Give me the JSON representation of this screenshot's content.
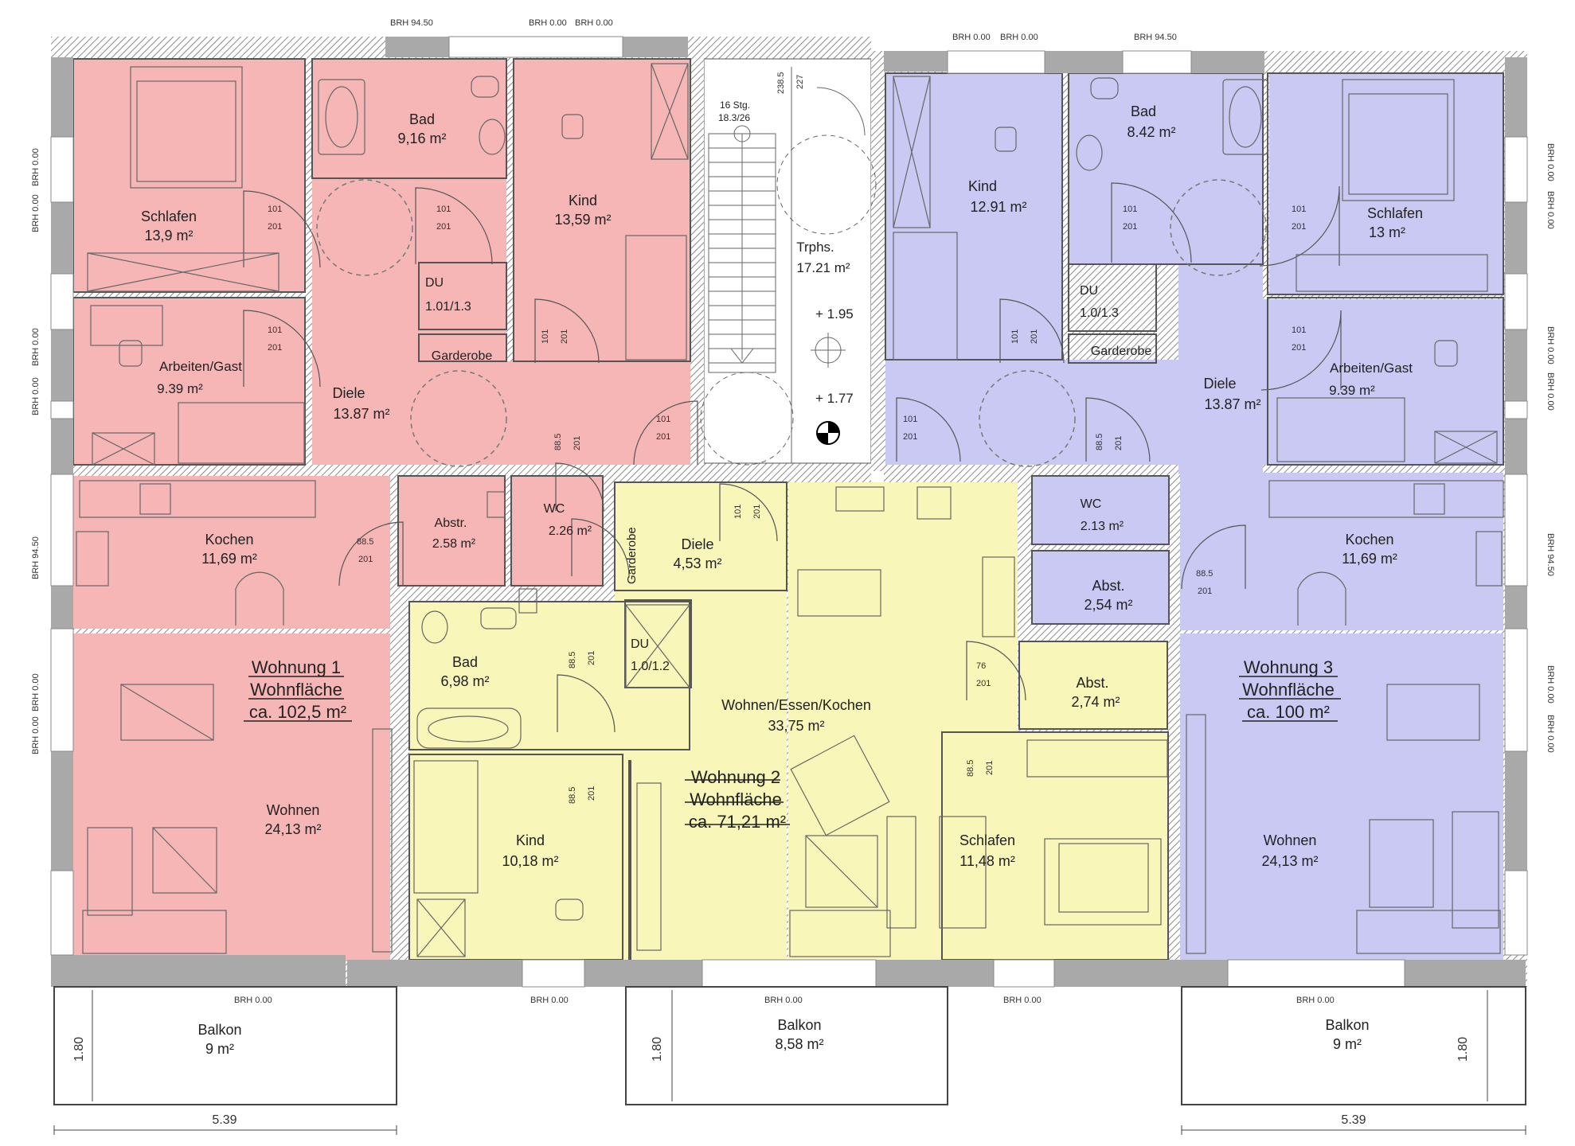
{
  "colors": {
    "unit1": "#f6b6b6",
    "unit2": "#f8f6b8",
    "unit3": "#c9c9f3",
    "wall_hatch": "#8a8a8a",
    "window_gray": "#a9a9a9",
    "stair": "#ffffff"
  },
  "units": [
    {
      "title": "Wohnung 1",
      "area_label": "Wohnfläche",
      "area": "ca. 102,5 m²"
    },
    {
      "title": "Wohnung 2",
      "area_label": "Wohnfläche",
      "area": "ca. 71,21 m²"
    },
    {
      "title": "Wohnung 3",
      "area_label": "Wohnfläche",
      "area": "ca. 100 m²"
    }
  ],
  "rooms": {
    "u1_schlafen": {
      "name": "Schlafen",
      "area": "13,9 m²"
    },
    "u1_bad": {
      "name": "Bad",
      "area": "9,16 m²"
    },
    "u1_kind": {
      "name": "Kind",
      "area": "13,59 m²"
    },
    "u1_du": {
      "name": "DU",
      "area": "1.01/1.3"
    },
    "u1_arbeiten": {
      "name": "Arbeiten/Gast",
      "area": "9.39 m²"
    },
    "u1_diele": {
      "name": "Diele",
      "area": "13.87 m²"
    },
    "u1_garderobe": {
      "name": "Garderobe"
    },
    "u1_kochen": {
      "name": "Kochen",
      "area": "11,69 m²"
    },
    "u1_abstr": {
      "name": "Abstr.",
      "area": "2.58 m²"
    },
    "u1_wc": {
      "name": "WC",
      "area": "2.26 m²"
    },
    "u1_wohnen": {
      "name": "Wohnen",
      "area": "24,13 m²"
    },
    "u2_diele": {
      "name": "Diele",
      "area": "4,53 m²"
    },
    "u2_garderobe": {
      "name": "Garderobe"
    },
    "u2_bad": {
      "name": "Bad",
      "area": "6,98 m²"
    },
    "u2_du": {
      "name": "DU",
      "area": "1.0/1.2"
    },
    "u2_wohnen": {
      "name": "Wohnen/Essen/Kochen",
      "area": "33,75 m²"
    },
    "u2_abst": {
      "name": "Abst.",
      "area": "2,74 m²"
    },
    "u2_kind": {
      "name": "Kind",
      "area": "10,18 m²"
    },
    "u2_schlafen": {
      "name": "Schlafen",
      "area": "11,48 m²"
    },
    "u3_kind": {
      "name": "Kind",
      "area": "12.91 m²"
    },
    "u3_bad": {
      "name": "Bad",
      "area": "8.42 m²"
    },
    "u3_schlafen": {
      "name": "Schlafen",
      "area": "13 m²"
    },
    "u3_du": {
      "name": "DU",
      "area": "1.0/1.3"
    },
    "u3_garderobe": {
      "name": "Garderobe"
    },
    "u3_diele": {
      "name": "Diele",
      "area": "13.87 m²"
    },
    "u3_arbeiten": {
      "name": "Arbeiten/Gast",
      "area": "9.39 m²"
    },
    "u3_wc": {
      "name": "WC",
      "area": "2.13 m²"
    },
    "u3_abst": {
      "name": "Abst.",
      "area": "2,54 m²"
    },
    "u3_kochen": {
      "name": "Kochen",
      "area": "11,69 m²"
    },
    "u3_wohnen": {
      "name": "Wohnen",
      "area": "24,13 m²"
    },
    "stair": {
      "name": "Trphs.",
      "area": "17.21 m²",
      "steps": "16 Stg.",
      "rise_run": "18.3/26",
      "level_upper": "+ 1.95",
      "level_lower": "+ 1.77",
      "dim_a": "238.5",
      "dim_b": "227"
    }
  },
  "balconies": [
    {
      "name": "Balkon",
      "area": "9 m²",
      "depth": "1.80",
      "width": "5.39"
    },
    {
      "name": "Balkon",
      "area": "8,58 m²",
      "depth": "1.80"
    },
    {
      "name": "Balkon",
      "area": "9 m²",
      "depth": "1.80",
      "width": "5.39"
    }
  ],
  "annotations": {
    "brh_9450": "BRH 94.50",
    "brh_000": "BRH 0.00",
    "door_101": "101",
    "door_201": "201",
    "door_885": "88.5",
    "door_76": "76"
  }
}
